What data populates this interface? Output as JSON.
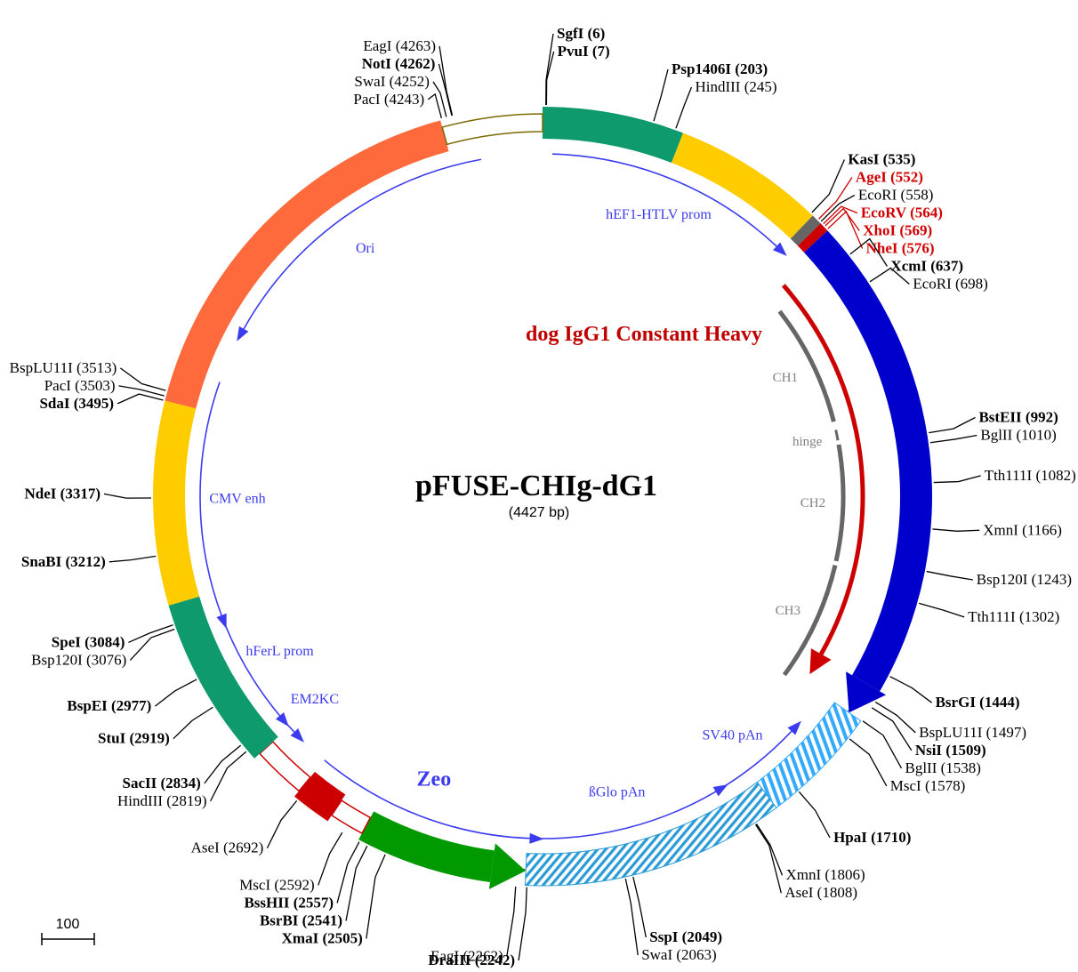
{
  "plasmid": {
    "name": "pFUSE-CHIg-dG1",
    "size_label": "(4427 bp)",
    "length": 4427
  },
  "insert_label": "dog IgG1 Constant Heavy",
  "scale_bar": {
    "label": "100",
    "bp": 100
  },
  "colors": {
    "teal": "#0f9a6e",
    "yellow": "#ffcc00",
    "blue": "#0000cc",
    "red": "#cc0000",
    "orange": "#ff6a3d",
    "green": "#009900",
    "hatch_blue": "#2a9bd6",
    "hatch_light": "#33aaff",
    "gray": "#666666",
    "feature_blue": "#3b3bef"
  },
  "segments": [
    {
      "name": "hEF1-HTLV-teal",
      "start": 0,
      "end": 260,
      "color": "teal",
      "style": "solid"
    },
    {
      "name": "hEF1-HTLV-yellow",
      "start": 260,
      "end": 540,
      "color": "yellow",
      "style": "solid"
    },
    {
      "name": "gray-block",
      "start": 540,
      "end": 560,
      "color": "gray",
      "style": "solid"
    },
    {
      "name": "red-block",
      "start": 560,
      "end": 578,
      "color": "red",
      "style": "solid"
    },
    {
      "name": "dog-IgG1-CH",
      "start": 578,
      "end": 1540,
      "color": "blue",
      "style": "arrow-cw"
    },
    {
      "name": "SV40-pAn",
      "start": 1540,
      "end": 1760,
      "color": "hatch_light",
      "style": "hatch"
    },
    {
      "name": "bGlo-pAn",
      "start": 1760,
      "end": 2245,
      "color": "hatch_blue",
      "style": "hatch"
    },
    {
      "name": "Zeo",
      "start": 2245,
      "end": 2560,
      "color": "green",
      "style": "arrow-ccw"
    },
    {
      "name": "EM2KC-white",
      "start": 2560,
      "end": 2625,
      "color": "red",
      "style": "outline"
    },
    {
      "name": "EM2KC-red",
      "start": 2625,
      "end": 2700,
      "color": "red",
      "style": "solid"
    },
    {
      "name": "EM2KC-white2",
      "start": 2700,
      "end": 2800,
      "color": "red",
      "style": "outline"
    },
    {
      "name": "CMV-teal",
      "start": 2800,
      "end": 3120,
      "color": "teal",
      "style": "solid"
    },
    {
      "name": "CMV-yellow",
      "start": 3120,
      "end": 3495,
      "color": "yellow",
      "style": "solid"
    },
    {
      "name": "Ori",
      "start": 3495,
      "end": 4240,
      "color": "orange",
      "style": "solid"
    },
    {
      "name": "pac-region",
      "start": 4240,
      "end": 4427,
      "color": "olive",
      "style": "outline"
    }
  ],
  "sites": [
    {
      "label": "SgfI (6)",
      "pos": 6,
      "bold": true,
      "color": "black"
    },
    {
      "label": "PvuI (7)",
      "pos": 7,
      "bold": true,
      "color": "black"
    },
    {
      "label": "Psp1406I (203)",
      "pos": 203,
      "bold": true,
      "color": "black"
    },
    {
      "label": "HindIII (245)",
      "pos": 245,
      "bold": false,
      "color": "black"
    },
    {
      "label": "KasI (535)",
      "pos": 535,
      "bold": true,
      "color": "black"
    },
    {
      "label": "AgeI (552)",
      "pos": 552,
      "bold": true,
      "color": "red"
    },
    {
      "label": "EcoRI (558)",
      "pos": 558,
      "bold": false,
      "color": "black"
    },
    {
      "label": "EcoRV (564)",
      "pos": 564,
      "bold": true,
      "color": "red"
    },
    {
      "label": "XhoI (569)",
      "pos": 569,
      "bold": true,
      "color": "red"
    },
    {
      "label": "NheI (576)",
      "pos": 576,
      "bold": true,
      "color": "red"
    },
    {
      "label": "XcmI (637)",
      "pos": 637,
      "bold": true,
      "color": "black"
    },
    {
      "label": "EcoRI (698)",
      "pos": 698,
      "bold": false,
      "color": "black"
    },
    {
      "label": "BstEII (992)",
      "pos": 992,
      "bold": true,
      "color": "black"
    },
    {
      "label": "BglII (1010)",
      "pos": 1010,
      "bold": false,
      "color": "black"
    },
    {
      "label": "Tth111I (1082)",
      "pos": 1082,
      "bold": false,
      "color": "black"
    },
    {
      "label": "XmnI (1166)",
      "pos": 1166,
      "bold": false,
      "color": "black"
    },
    {
      "label": "Bsp120I (1243)",
      "pos": 1243,
      "bold": false,
      "color": "black"
    },
    {
      "label": "Tth111I (1302)",
      "pos": 1302,
      "bold": false,
      "color": "black"
    },
    {
      "label": "BsrGI (1444)",
      "pos": 1444,
      "bold": true,
      "color": "black"
    },
    {
      "label": "BspLU11I (1497)",
      "pos": 1497,
      "bold": false,
      "color": "black"
    },
    {
      "label": "NsiI (1509)",
      "pos": 1509,
      "bold": true,
      "color": "black"
    },
    {
      "label": "BglII (1538)",
      "pos": 1538,
      "bold": false,
      "color": "black"
    },
    {
      "label": "MscI (1578)",
      "pos": 1578,
      "bold": false,
      "color": "black"
    },
    {
      "label": "HpaI (1710)",
      "pos": 1710,
      "bold": true,
      "color": "black"
    },
    {
      "label": "XmnI (1806)",
      "pos": 1806,
      "bold": false,
      "color": "black"
    },
    {
      "label": "AseI (1808)",
      "pos": 1808,
      "bold": false,
      "color": "black"
    },
    {
      "label": "SspI (2049)",
      "pos": 2049,
      "bold": true,
      "color": "black"
    },
    {
      "label": "SwaI (2063)",
      "pos": 2063,
      "bold": false,
      "color": "black"
    },
    {
      "label": "DraIII (2242)",
      "pos": 2242,
      "bold": true,
      "color": "black"
    },
    {
      "label": "EagI (2262)",
      "pos": 2262,
      "bold": false,
      "color": "black"
    },
    {
      "label": "XmaI (2505)",
      "pos": 2505,
      "bold": true,
      "color": "black"
    },
    {
      "label": "BsrBI (2541)",
      "pos": 2541,
      "bold": true,
      "color": "black"
    },
    {
      "label": "BssHII (2557)",
      "pos": 2557,
      "bold": true,
      "color": "black"
    },
    {
      "label": "MscI (2592)",
      "pos": 2592,
      "bold": false,
      "color": "black"
    },
    {
      "label": "AseI (2692)",
      "pos": 2692,
      "bold": false,
      "color": "black"
    },
    {
      "label": "HindIII (2819)",
      "pos": 2819,
      "bold": false,
      "color": "black"
    },
    {
      "label": "SacII (2834)",
      "pos": 2834,
      "bold": true,
      "color": "black"
    },
    {
      "label": "StuI (2919)",
      "pos": 2919,
      "bold": true,
      "color": "black"
    },
    {
      "label": "BspEI (2977)",
      "pos": 2977,
      "bold": true,
      "color": "black"
    },
    {
      "label": "Bsp120I (3076)",
      "pos": 3076,
      "bold": false,
      "color": "black"
    },
    {
      "label": "SpeI (3084)",
      "pos": 3084,
      "bold": true,
      "color": "black"
    },
    {
      "label": "SnaBI (3212)",
      "pos": 3212,
      "bold": true,
      "color": "black"
    },
    {
      "label": "NdeI (3317)",
      "pos": 3317,
      "bold": true,
      "color": "black"
    },
    {
      "label": "SdaI (3495)",
      "pos": 3495,
      "bold": true,
      "color": "black"
    },
    {
      "label": "PacI (3503)",
      "pos": 3503,
      "bold": false,
      "color": "black"
    },
    {
      "label": "BspLU11I (3513)",
      "pos": 3513,
      "bold": false,
      "color": "black"
    },
    {
      "label": "PacI (4243)",
      "pos": 4243,
      "bold": false,
      "color": "black"
    },
    {
      "label": "SwaI (4252)",
      "pos": 4252,
      "bold": false,
      "color": "black"
    },
    {
      "label": "NotI (4262)",
      "pos": 4262,
      "bold": true,
      "color": "black"
    },
    {
      "label": "EagI (4263)",
      "pos": 4263,
      "bold": false,
      "color": "black"
    }
  ],
  "features": [
    {
      "label": "hEF1-HTLV prom",
      "start": 20,
      "end": 530,
      "direction": "cw"
    },
    {
      "label": "Ori",
      "start": 4300,
      "end": 3680,
      "direction": "ccw"
    },
    {
      "label": "CMV enh",
      "start": 3560,
      "end": 3070,
      "direction": "ccw"
    },
    {
      "label": "hFerL prom",
      "start": 3060,
      "end": 2830,
      "direction": "ccw"
    },
    {
      "label": "EM2KC",
      "start": 2830,
      "end": 2785,
      "direction": "ccw"
    },
    {
      "label": "Zeo",
      "start": 2700,
      "end": 2240,
      "direction": "ccw"
    },
    {
      "label": "ßGlo pAn",
      "start": 2240,
      "end": 1840,
      "direction": "ccw"
    },
    {
      "label": "SV40 pAn",
      "start": 1840,
      "end": 1640,
      "direction": "ccw"
    }
  ],
  "domains": [
    {
      "label": "CH1",
      "start": 640,
      "end": 930
    },
    {
      "label": "hinge",
      "start": 950,
      "end": 975
    },
    {
      "label": "CH2",
      "start": 985,
      "end": 1260
    },
    {
      "label": "CH3",
      "start": 1270,
      "end": 1555
    }
  ]
}
